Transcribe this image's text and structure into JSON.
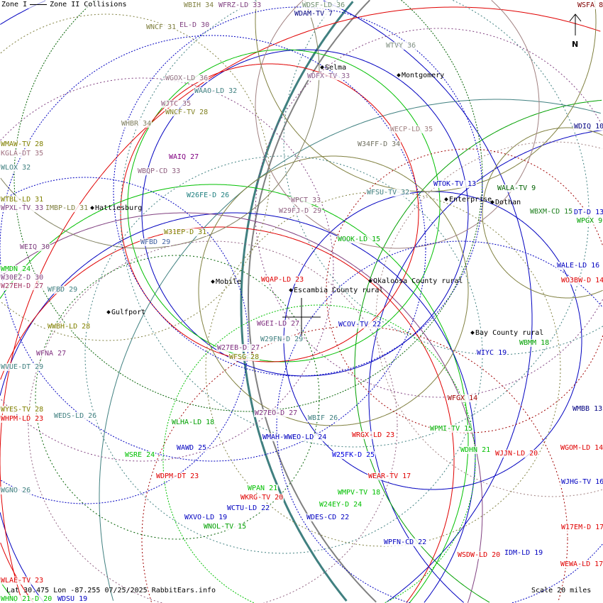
{
  "legend": {
    "zone1": "Zone I",
    "zone2": "Zone II Collisions"
  },
  "footer": {
    "coords": "Lat 30.475 Lon -87.255 07/25/2025 RabbitEars.info",
    "scale": "Scale 20 miles"
  },
  "north": "N",
  "cities": [
    "Selma",
    "Montgomery",
    "Hattiesburg",
    "Enterprise",
    "Dothan",
    "Mobile",
    "Escambia County rural",
    "Okaloosa County rural",
    "Gulfport",
    "Bay County rural"
  ],
  "stations": [
    {
      "label": "WBIH 34",
      "color": "#808040"
    },
    {
      "label": "WFRZ-LD 33",
      "color": "#804080"
    },
    {
      "label": "WDSF-LD 36",
      "color": "#709070"
    },
    {
      "label": "WDAM-TV 7",
      "color": "#000080"
    },
    {
      "label": "WSFA 8",
      "color": "#800000"
    },
    {
      "label": "WNCF 31",
      "color": "#808040"
    },
    {
      "label": "EL-D 30",
      "color": "#804080"
    },
    {
      "label": "WTVY 36",
      "color": "#809080"
    },
    {
      "label": "WDFX-TV 33",
      "color": "#906090"
    },
    {
      "label": "WGOX-LD 36",
      "color": "#907080"
    },
    {
      "label": "WAAO-LD 32",
      "color": "#408080"
    },
    {
      "label": "WJTC 35",
      "color": "#906080"
    },
    {
      "label": "WNCF-TV 28",
      "color": "#808020"
    },
    {
      "label": "WHBR 34",
      "color": "#808060"
    },
    {
      "label": "WECP-LD 35",
      "color": "#a08080"
    },
    {
      "label": "WDIQ 10",
      "color": "#000080"
    },
    {
      "label": "WMAW-TV 28",
      "color": "#808000"
    },
    {
      "label": "KGLA-DT 35",
      "color": "#a07080"
    },
    {
      "label": "W34FF-D 34",
      "color": "#707060"
    },
    {
      "label": "WAIQ 27",
      "color": "#800080"
    },
    {
      "label": "WLOX 32",
      "color": "#408080"
    },
    {
      "label": "WBQP-CD 33",
      "color": "#906080"
    },
    {
      "label": "WTOK-TV 13",
      "color": "#0000c0"
    },
    {
      "label": "W26FE-D 26",
      "color": "#208080"
    },
    {
      "label": "WFSU-TV 32",
      "color": "#408080"
    },
    {
      "label": "WALA-TV 9",
      "color": "#006000"
    },
    {
      "label": "WPCT 33",
      "color": "#906080"
    },
    {
      "label": "WTBL-LD 31",
      "color": "#808000"
    },
    {
      "label": "WPXL-TV 33",
      "color": "#804080"
    },
    {
      "label": "IMBP-LD 31",
      "color": "#808040"
    },
    {
      "label": "W29FJ-D 29",
      "color": "#906080"
    },
    {
      "label": "WBXM-CD 15",
      "color": "#208020"
    },
    {
      "label": "DT-D 13",
      "color": "#0000c0"
    },
    {
      "label": "WPGX 9",
      "color": "#00a000"
    },
    {
      "label": "W31EP-D 31",
      "color": "#808000"
    },
    {
      "label": "WFBD 29",
      "color": "#4060a0"
    },
    {
      "label": "WOOK-LD 15",
      "color": "#00b000"
    },
    {
      "label": "WEIQ 30",
      "color": "#804080"
    },
    {
      "label": "WMDN 24",
      "color": "#00c000"
    },
    {
      "label": "WALE-LD 16",
      "color": "#0000c0"
    },
    {
      "label": "W30EZ-D 30",
      "color": "#804080"
    },
    {
      "label": "W27EH-D 27",
      "color": "#a03060"
    },
    {
      "label": "WO3BW-D 14",
      "color": "#e00000"
    },
    {
      "label": "WQAP-LD 23",
      "color": "#e00000"
    },
    {
      "label": "WFBD 29",
      "color": "#408080"
    },
    {
      "label": "WGEI-LD 27",
      "color": "#803080"
    },
    {
      "label": "WCOV-TV 22",
      "color": "#0000c0"
    },
    {
      "label": "WWBH-LD 28",
      "color": "#808000"
    },
    {
      "label": "W29FN-D 29",
      "color": "#408080"
    },
    {
      "label": "WBMM 18",
      "color": "#00a000"
    },
    {
      "label": "W27EB-D 27",
      "color": "#803080"
    },
    {
      "label": "WIYC 19",
      "color": "#0000c0"
    },
    {
      "label": "WFNA 27",
      "color": "#803080"
    },
    {
      "label": "WFSG 28",
      "color": "#808000"
    },
    {
      "label": "WVUE-DT 29",
      "color": "#408080"
    },
    {
      "label": "WFGX 14",
      "color": "#a00000"
    },
    {
      "label": "WMBB 13",
      "color": "#000080"
    },
    {
      "label": "WYES-TV 28",
      "color": "#808000"
    },
    {
      "label": "W27EO-D 27",
      "color": "#803080"
    },
    {
      "label": "WBIF 26",
      "color": "#408080"
    },
    {
      "label": "WEDS-LD 26",
      "color": "#408080"
    },
    {
      "label": "WHPM-LD 23",
      "color": "#e00000"
    },
    {
      "label": "WLHA-LD 18",
      "color": "#00a000"
    },
    {
      "label": "WPMI-TV 15",
      "color": "#00b000"
    },
    {
      "label": "WMAH-WWEO-LD 24",
      "color": "#0000c0"
    },
    {
      "label": "WRGX-LD 23",
      "color": "#e00000"
    },
    {
      "label": "WAWD 25",
      "color": "#0000c0"
    },
    {
      "label": "WGOM-LD 14",
      "color": "#e00000"
    },
    {
      "label": "WDHN 21",
      "color": "#00c000"
    },
    {
      "label": "WJJN-LD 20",
      "color": "#e00000"
    },
    {
      "label": "W25FK-D 25",
      "color": "#0000e0"
    },
    {
      "label": "WSRE 24",
      "color": "#00c000"
    },
    {
      "label": "WDPM-DT 23",
      "color": "#e00000"
    },
    {
      "label": "WEAR-TV 17",
      "color": "#e00000"
    },
    {
      "label": "WJHG-TV 16",
      "color": "#0000c0"
    },
    {
      "label": "WGNO 26",
      "color": "#408080"
    },
    {
      "label": "WPAN 21",
      "color": "#00c000"
    },
    {
      "label": "WMPV-TV 18",
      "color": "#00c000"
    },
    {
      "label": "WKRG-TV 20",
      "color": "#e00000"
    },
    {
      "label": "W24EY-D 24",
      "color": "#00c000"
    },
    {
      "label": "WCTU-LD 22",
      "color": "#0000c0"
    },
    {
      "label": "WDES-CD 22",
      "color": "#0000c0"
    },
    {
      "label": "WXVO-LD 19",
      "color": "#0000c0"
    },
    {
      "label": "WNOL-TV 15",
      "color": "#00a000"
    },
    {
      "label": "W17EM-D 17",
      "color": "#e00000"
    },
    {
      "label": "WPFN-CD 22",
      "color": "#0000c0"
    },
    {
      "label": "WSDW-LD 20",
      "color": "#e00000"
    },
    {
      "label": "IDM-LD 19",
      "color": "#0000c0"
    },
    {
      "label": "WEWA-LD 17",
      "color": "#e00000"
    },
    {
      "label": "WLAE-TV 23",
      "color": "#e00000"
    },
    {
      "label": "WHNO 21-D 20",
      "color": "#00c000"
    },
    {
      "label": "WDSU 19",
      "color": "#0000c0"
    }
  ]
}
